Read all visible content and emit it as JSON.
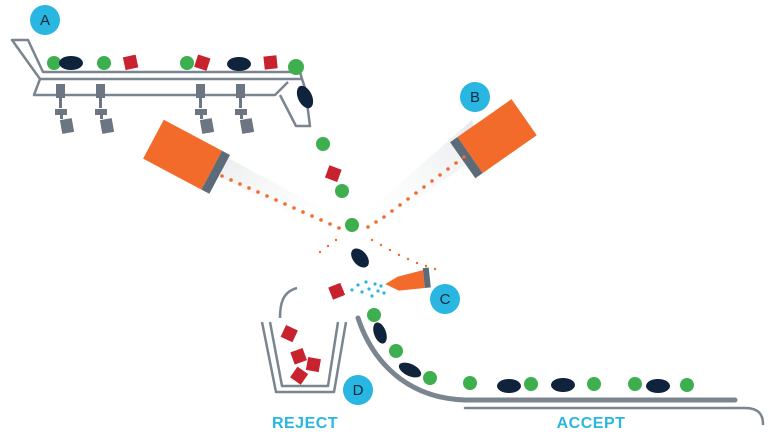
{
  "markers": {
    "a": "A",
    "b": "B",
    "c": "C",
    "d": "D"
  },
  "labels": {
    "reject": "REJECT",
    "accept": "ACCEPT"
  },
  "colors": {
    "marker_circle": "#29b6e0",
    "marker_text": "#0d2a43",
    "label_text": "#2ab7df",
    "machine_outline": "#7a8590",
    "detector_orange": "#f26b2a",
    "detector_band": "#5d6b79",
    "beam_dots": "#f26b2a",
    "air_jet": "#29b6e0",
    "accept_item_green": "#3daf4f",
    "accept_item_navy": "#10233d",
    "reject_item_red": "#c8222f",
    "chute": "#7a8590"
  }
}
